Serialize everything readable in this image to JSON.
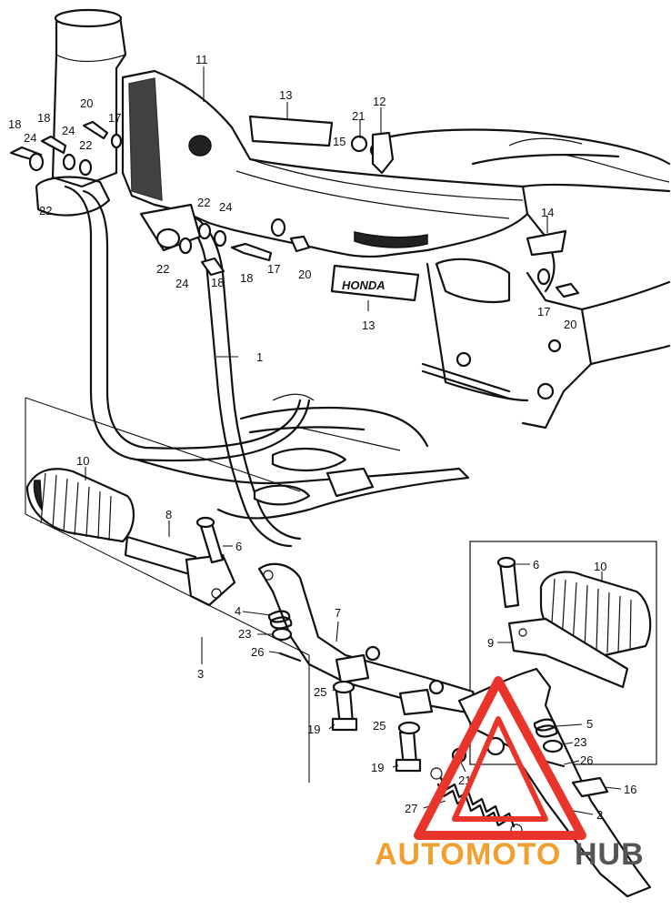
{
  "callouts": [
    {
      "id": "c1",
      "text": "1"
    },
    {
      "id": "c2",
      "text": "2"
    },
    {
      "id": "c3",
      "text": "3"
    },
    {
      "id": "c4",
      "text": "4"
    },
    {
      "id": "c5",
      "text": "5"
    },
    {
      "id": "c6a",
      "text": "6"
    },
    {
      "id": "c6b",
      "text": "6"
    },
    {
      "id": "c7",
      "text": "7"
    },
    {
      "id": "c8",
      "text": "8"
    },
    {
      "id": "c9",
      "text": "9"
    },
    {
      "id": "c10a",
      "text": "10"
    },
    {
      "id": "c10b",
      "text": "10"
    },
    {
      "id": "c11",
      "text": "11"
    },
    {
      "id": "c12",
      "text": "12"
    },
    {
      "id": "c13a",
      "text": "13"
    },
    {
      "id": "c13b",
      "text": "13"
    },
    {
      "id": "c14",
      "text": "14"
    },
    {
      "id": "c15",
      "text": "15"
    },
    {
      "id": "c16",
      "text": "16"
    },
    {
      "id": "c17a",
      "text": "17"
    },
    {
      "id": "c17b",
      "text": "17"
    },
    {
      "id": "c17c",
      "text": "17"
    },
    {
      "id": "c18a",
      "text": "18"
    },
    {
      "id": "c18b",
      "text": "18"
    },
    {
      "id": "c18c",
      "text": "18"
    },
    {
      "id": "c18d",
      "text": "18"
    },
    {
      "id": "c19a",
      "text": "19"
    },
    {
      "id": "c19b",
      "text": "19"
    },
    {
      "id": "c20a",
      "text": "20"
    },
    {
      "id": "c20b",
      "text": "20"
    },
    {
      "id": "c20c",
      "text": "20"
    },
    {
      "id": "c21a",
      "text": "21"
    },
    {
      "id": "c21b",
      "text": "21"
    },
    {
      "id": "c22a",
      "text": "22"
    },
    {
      "id": "c22b",
      "text": "22"
    },
    {
      "id": "c22c",
      "text": "22"
    },
    {
      "id": "c22d",
      "text": "22"
    },
    {
      "id": "c23a",
      "text": "23"
    },
    {
      "id": "c23b",
      "text": "23"
    },
    {
      "id": "c24a",
      "text": "24"
    },
    {
      "id": "c24b",
      "text": "24"
    },
    {
      "id": "c24c",
      "text": "24"
    },
    {
      "id": "c24d",
      "text": "24"
    },
    {
      "id": "c25a",
      "text": "25"
    },
    {
      "id": "c25b",
      "text": "25"
    },
    {
      "id": "c26a",
      "text": "26"
    },
    {
      "id": "c26b",
      "text": "26"
    },
    {
      "id": "c27",
      "text": "27"
    }
  ],
  "emblem_text": "HONDA",
  "watermark": {
    "part1": "AUTO",
    "part2": "MOTO",
    "part3": "HUB",
    "color_primary": "#f0a030",
    "color_accent": "#e8342a",
    "color_dark": "#555555"
  }
}
